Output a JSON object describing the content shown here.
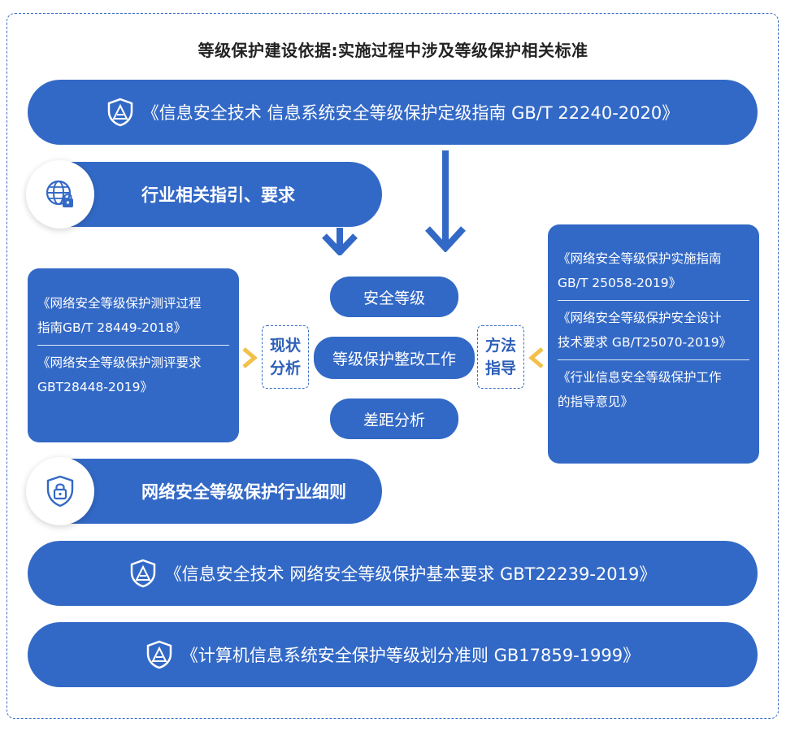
{
  "title": "等级保护建设依据:实施过程中涉及等级保护相关标准",
  "top_standard": "《信息安全技术 信息系统安全等级保护定级指南 GB/T 22240-2020》",
  "industry_guide": "行业相关指引、要求",
  "left_box": {
    "item1_line1": "《网络安全等级保护测评过程",
    "item1_line2": "指南GB/T 28449-2018》",
    "item2_line1": "《网络安全等级保护测评要求",
    "item2_line2": "GBT28448-2019》"
  },
  "right_box": {
    "item1_line1": "《网络安全等级保护实施指南",
    "item1_line2": "GB/T 25058-2019》",
    "item2_line1": "《网络安全等级保护安全设计",
    "item2_line2": "技术要求 GB/T25070-2019》",
    "item3_line1": "《行业信息安全等级保护工作",
    "item3_line2": "的指导意见》"
  },
  "center": {
    "level": "安全等级",
    "rectify": "等级保护整改工作",
    "gap": "差距分析"
  },
  "status_analysis": {
    "line1": "现状",
    "line2": "分析"
  },
  "method_guidance": {
    "line1": "方法",
    "line2": "指导"
  },
  "industry_rules": "网络安全等级保护行业细则",
  "basic_requirements": "《信息安全技术 网络安全等级保护基本要求 GBT22239-2019》",
  "division_criteria": "《计算机信息系统安全保护等级划分准则 GB17859-1999》",
  "colors": {
    "primary": "#3369c6",
    "arrow": "#3369c6",
    "accent_arrow": "#f2c04b",
    "dashed": "#3b6fc4"
  },
  "icons": [
    "shield-warning-icon",
    "globe-lock-icon",
    "shield-lock-icon"
  ]
}
